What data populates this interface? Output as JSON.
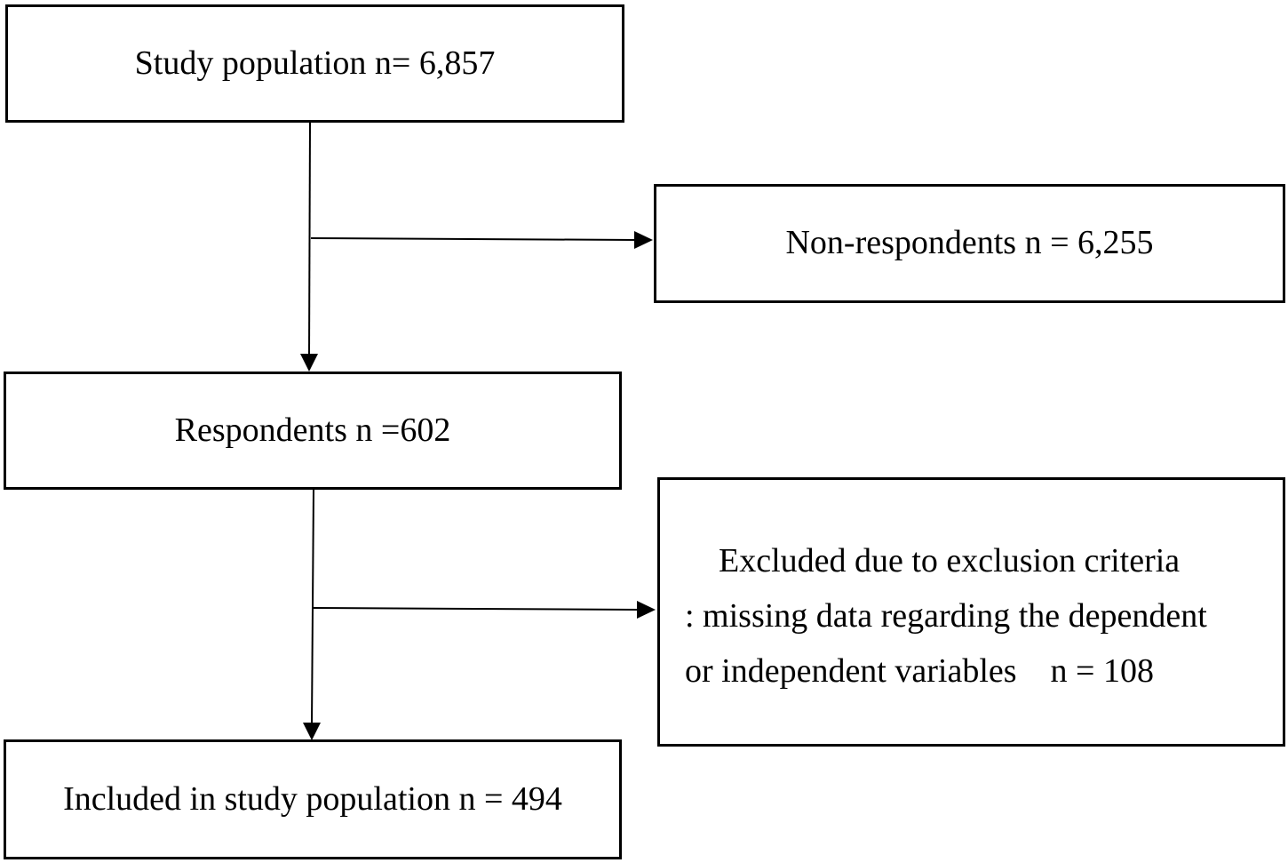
{
  "flowchart": {
    "study_population": "Study population n= 6,857",
    "non_respondents": "Non-respondents n = 6,255",
    "respondents": "Respondents n =602",
    "excluded": {
      "line1": "Excluded due to exclusion criteria",
      "line2": ": missing data regarding the dependent",
      "line3": "or independent variables    n = 108"
    },
    "included": "Included in study population n = 494"
  },
  "colors": {
    "stroke": "#000000",
    "background": "#ffffff"
  }
}
